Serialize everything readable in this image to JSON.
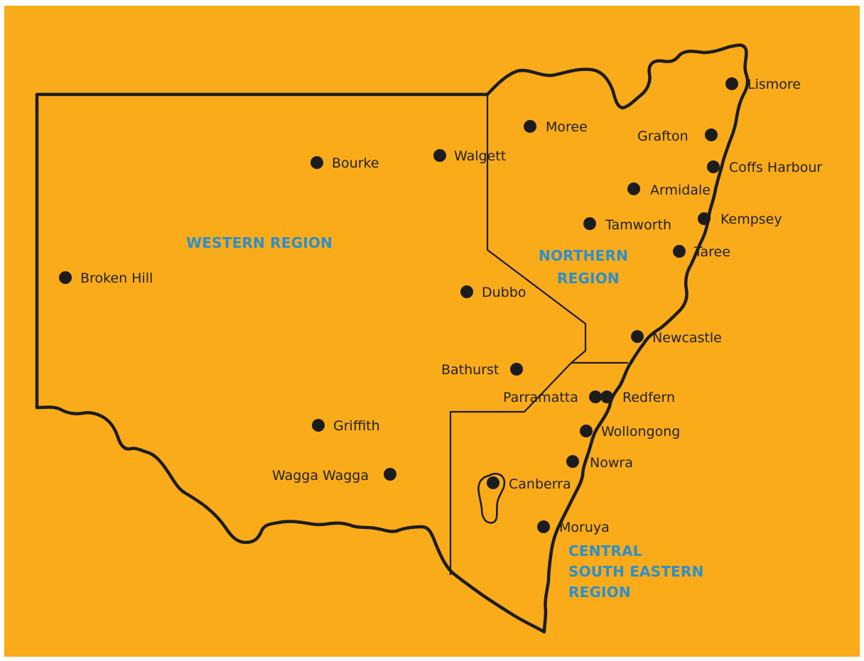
{
  "colors": {
    "background": "#F9AB1A",
    "outline": "#1c1c1c",
    "region_label": "#2E8FC8",
    "city_label": "#222222"
  },
  "regions": {
    "western": "WESTERN REGION",
    "northern": [
      "NORTHERN",
      "REGION"
    ],
    "central_south_eastern": [
      "CENTRAL",
      "SOUTH EASTERN",
      "REGION"
    ]
  },
  "cities": {
    "lismore": "Lismore",
    "moree": "Moree",
    "grafton": "Grafton",
    "bourke": "Bourke",
    "walgett": "Walgett",
    "coffs_harbour": "Coffs Harbour",
    "armidale": "Armidale",
    "kempsey": "Kempsey",
    "tamworth": "Tamworth",
    "taree": "Taree",
    "broken_hill": "Broken Hill",
    "dubbo": "Dubbo",
    "newcastle": "Newcastle",
    "bathurst": "Bathurst",
    "parramatta": "Parramatta",
    "redfern": "Redfern",
    "griffith": "Griffith",
    "wollongong": "Wollongong",
    "wagga_wagga": "Wagga Wagga",
    "nowra": "Nowra",
    "canberra": "Canberra",
    "moruya": "Moruya"
  }
}
